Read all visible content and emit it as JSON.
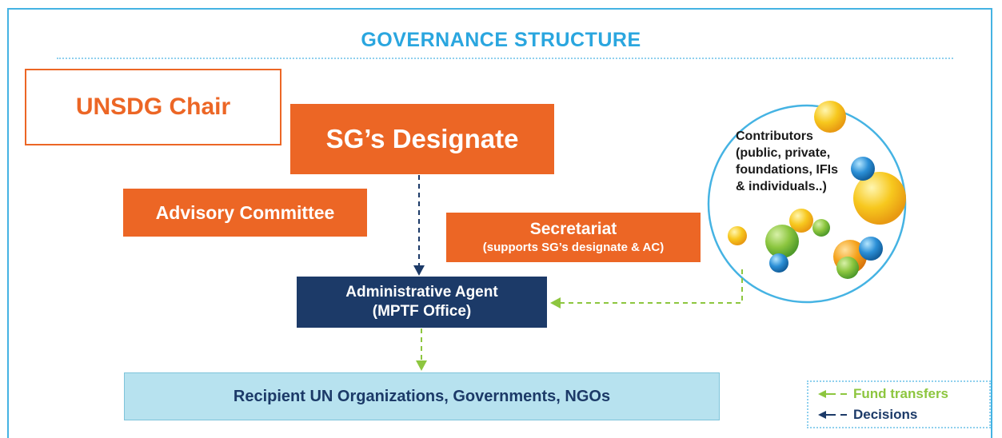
{
  "title": "GOVERNANCE STRUCTURE",
  "nodes": {
    "chair": "UNSDG Chair",
    "designate": "SG’s Designate",
    "advisory": "Advisory Committee",
    "secretariat_title": "Secretariat",
    "secretariat_note": "(supports SG’s designate & AC)",
    "agent_line1": "Administrative Agent",
    "agent_line2": "(MPTF Office)",
    "recipients": "Recipient UN Organizations, Governments, NGOs"
  },
  "contributors": {
    "line1": "Contributors",
    "line2": "(public, private,",
    "line3": "foundations, IFIs",
    "line4": "& individuals..)"
  },
  "legend": {
    "fund": "Fund transfers",
    "decisions": "Decisions"
  },
  "colors": {
    "orange": "#ec6625",
    "navy": "#1c3a68",
    "green": "#8dc63f",
    "light_blue": "#b7e2ef",
    "title_blue": "#2aa6df"
  }
}
